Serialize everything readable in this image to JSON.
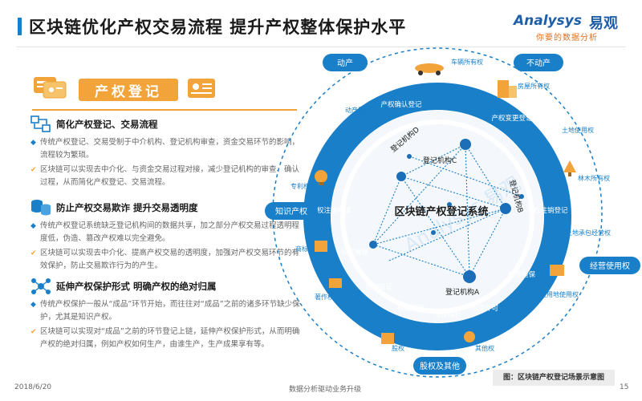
{
  "header": {
    "title": "区块链优化产权交易流程 提升产权整体保护水平",
    "logo_main": "Analysys",
    "logo_cn": "易观",
    "logo_sub": "你要的数据分析"
  },
  "section": {
    "banner": "产权登记"
  },
  "blocks": [
    {
      "title": "简化产权登记、交易流程",
      "bullets": [
        {
          "type": "diamond",
          "text": "传统产权登记、交易受制于中介机构、登记机构审查，资金交易环节的影响，流程较为繁琐。"
        },
        {
          "type": "check",
          "text": "区块链可以实现去中介化、与资金交易过程对接，减少登记机构的审查、确认过程，从而简化产权登记、交易流程。"
        }
      ]
    },
    {
      "title": "防止产权交易欺诈 提升交易透明度",
      "bullets": [
        {
          "type": "diamond",
          "text": "传统产权登记系统缺乏登记机构间的数据共享，加之部分产权交易过程透明程度低，伪造、篡改产权难以完全避免。"
        },
        {
          "type": "check",
          "text": "区块链可以实现去中介化、提高产权交易的透明度，加强对产权交易环节的有效保护，防止交易欺诈行为的产生。"
        }
      ]
    },
    {
      "title": "延伸产权保护形式 明确产权的绝对归属",
      "bullets": [
        {
          "type": "diamond",
          "text": "传统产权保护一般从“成品”环节开始，而往往对“成品”之前的诸多环节缺少保护，尤其是知识产权。"
        },
        {
          "type": "check",
          "text": "区块链可以实现对“成品”之前的环节登记上链，延伸产权保护形式，从而明确产权的绝对归属，例如产权如何生产，由谁生产，生产成果享有等。"
        }
      ]
    }
  ],
  "diagram": {
    "center_label": "区块链产权登记系统",
    "categories": {
      "movable": "动产",
      "immovable": "不动产",
      "ip": "知识产权",
      "business": "经营使用权",
      "equity": "股权及其他"
    },
    "nodes": {
      "c": "登记机构C",
      "d": "登记机构D",
      "b": "登记机构B",
      "a": "登记机构A"
    },
    "ring_labels": {
      "confirm": "产权确\n认登记",
      "change": "产权变\n更登记",
      "transfer": "产权注\n册申请",
      "cancel": "产权注\n销登记",
      "cert": "认证\n管理",
      "query": "查询\n验证",
      "proof": "权属\n证明",
      "legal": "法律\n保护",
      "license": "权益\n许可",
      "pledge": "抵押\n担保"
    },
    "outer_items": {
      "car": "车辆\n所有权",
      "pledge_right": "动产\n质押权",
      "house": "房屋\n所有权",
      "land": "土地\n使用权",
      "forest": "林木\n所有权",
      "contract": "土地承\n包经营权",
      "patent": "专利权",
      "trademark": "商标权",
      "copyright": "著作权",
      "construction": "建设用\n地使用权",
      "stock": "股权",
      "other": "其他权"
    },
    "watermark": "Analysys 易观"
  },
  "footer": {
    "date": "2018/6/20",
    "center": "数据分析驱动业务升级",
    "page": "15",
    "caption": "图：区块链产权登记场景示意图"
  },
  "colors": {
    "brand_blue": "#1a7fc9",
    "accent_orange": "#f2a33a"
  }
}
